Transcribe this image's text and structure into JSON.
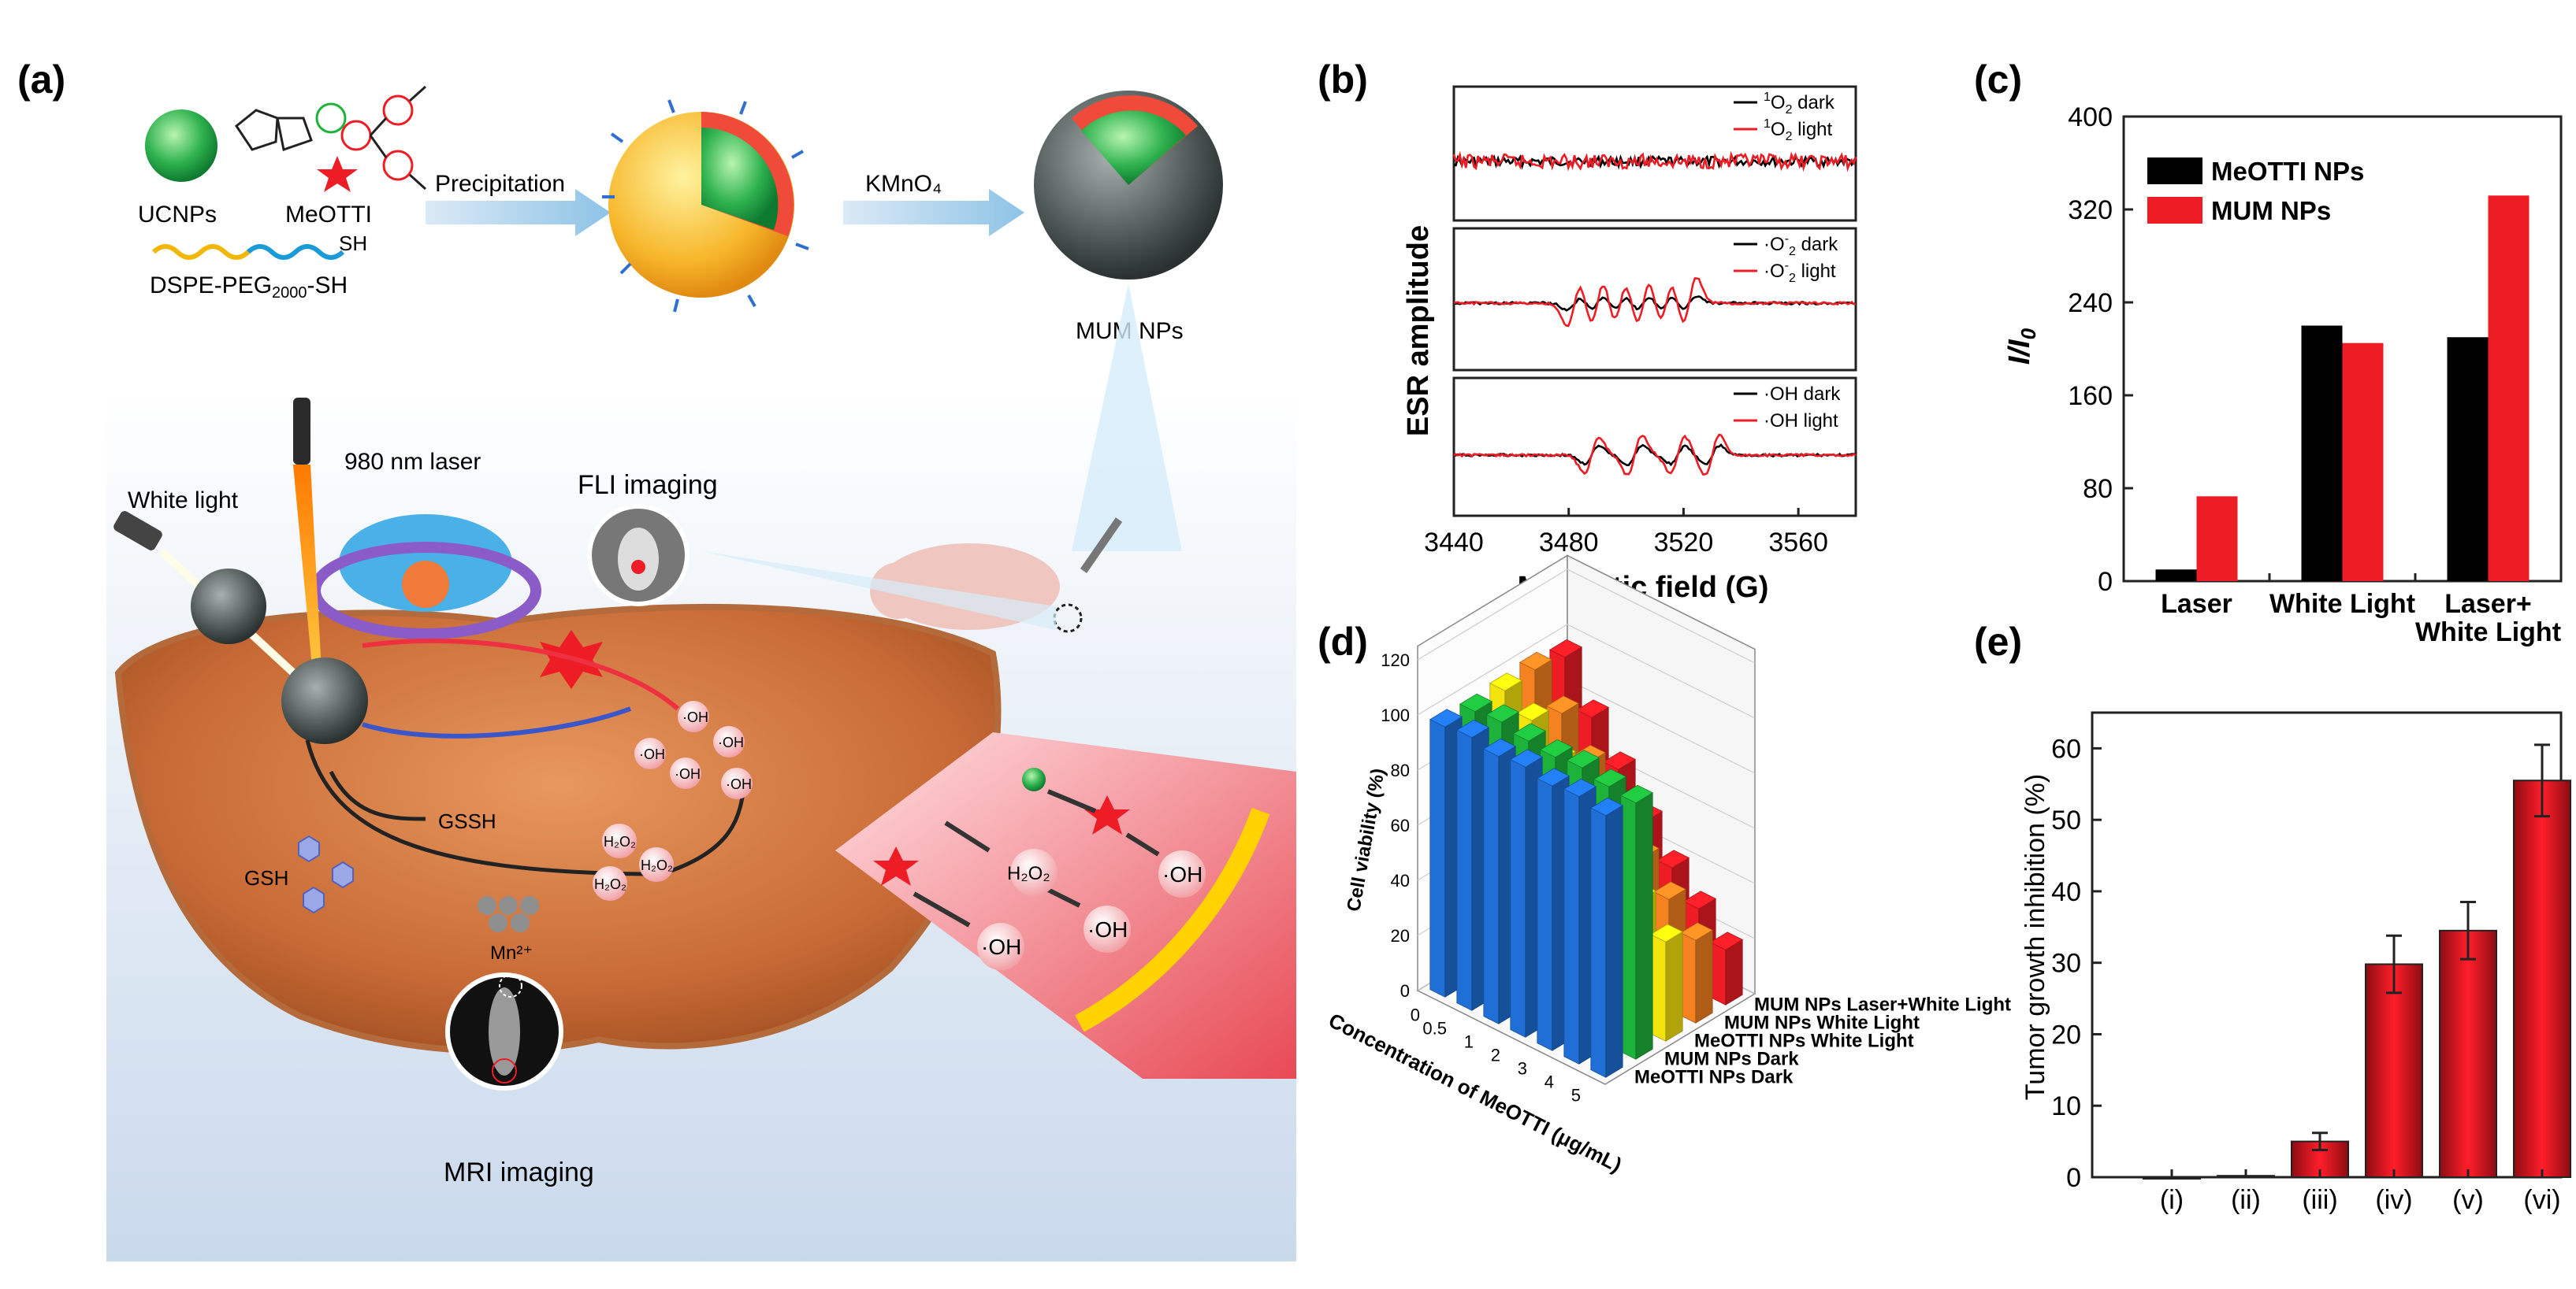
{
  "panel_labels": {
    "a": "(a)",
    "b": "(b)",
    "c": "(c)",
    "d": "(d)",
    "e": "(e)"
  },
  "schematic": {
    "ucnps": "UCNPs",
    "meotti": "MeOTTI",
    "dspe": "DSPE-PEG",
    "dspe_sub": "2000",
    "dspe_tail": "-SH",
    "sh": "SH",
    "precipitation": "Precipitation",
    "kmno4": "KMnO₄",
    "mum_nps": "MUM NPs",
    "laser_label": "980 nm laser",
    "white_light": "White light",
    "fli": "FLI imaging",
    "mri": "MRI imaging",
    "gssh": "GSSH",
    "gsh": "GSH",
    "mn": "Mn²⁺",
    "oh": "·OH",
    "h2o2": "H₂O₂"
  },
  "colors": {
    "red": "#ee1c24",
    "black": "#000000",
    "blue": "#1f6fd6",
    "green": "#1db33a",
    "yellow": "#f4e40e",
    "orange": "#f58220"
  },
  "chart_data": [
    {
      "panel": "b",
      "type": "line",
      "xlabel": "Magnetic field (G)",
      "ylabel": "ESR amplitude",
      "xlim": [
        3440,
        3580
      ],
      "xticks": [
        "3440",
        "3480",
        "3520",
        "3560"
      ],
      "subplots": [
        {
          "legend": [
            {
              "pre": "",
              "sup": "1",
              "post": "O",
              "sub": "2",
              "tail": " dark",
              "color": "#000000"
            },
            {
              "pre": "",
              "sup": "1",
              "post": "O",
              "sub": "2",
              "tail": " light",
              "color": "#ee1c24"
            }
          ],
          "signal": "noise"
        },
        {
          "legend": [
            {
              "pre": "·O",
              "sup": "-",
              "post": "",
              "sub": "2",
              "tail": " dark",
              "color": "#000000"
            },
            {
              "pre": "·O",
              "sup": "-",
              "post": "",
              "sub": "2",
              "tail": " light",
              "color": "#ee1c24"
            }
          ],
          "signal": "superoxide",
          "peak_fields": [
            3482,
            3490,
            3498,
            3506,
            3514,
            3522
          ]
        },
        {
          "legend": [
            {
              "pre": "·OH",
              "sup": "",
              "post": "",
              "sub": "",
              "tail": " dark",
              "color": "#000000"
            },
            {
              "pre": "·OH",
              "sup": "",
              "post": "",
              "sub": "",
              "tail": " light",
              "color": "#ee1c24"
            }
          ],
          "signal": "hydroxyl",
          "peak_fields": [
            3488,
            3503,
            3518,
            3530
          ]
        }
      ]
    },
    {
      "panel": "c",
      "type": "bar",
      "ylabel": "I/I",
      "ylabel_sub": "0",
      "ylim": [
        0,
        400
      ],
      "yticks": [
        "0",
        "80",
        "160",
        "240",
        "320",
        "400"
      ],
      "categories": [
        [
          "Laser"
        ],
        [
          "White Light"
        ],
        [
          "Laser+",
          "White Light"
        ]
      ],
      "series": [
        {
          "name": "MeOTTI NPs",
          "color": "#000000",
          "values": [
            10,
            220,
            210
          ]
        },
        {
          "name": "MUM NPs",
          "color": "#ee1c24",
          "values": [
            73,
            205,
            332
          ]
        }
      ],
      "legend_position": "top-left"
    },
    {
      "panel": "d",
      "type": "bar3d",
      "zlabel": "Cell viability (%)",
      "xlabel": "Concentration of MeOTTI (μg/mL)",
      "zticks": [
        "0",
        "20",
        "40",
        "60",
        "80",
        "100",
        "120"
      ],
      "x_categories": [
        "0",
        "0.5",
        "1",
        "2",
        "3",
        "4",
        "5"
      ],
      "series": [
        {
          "name": "MeOTTI NPs Dark",
          "color": "#1f6fd6",
          "values": [
            98,
            99,
            97,
            98,
            96,
            97,
            95
          ]
        },
        {
          "name": "MUM NPs Dark",
          "color": "#1db33a",
          "values": [
            97,
            98,
            96,
            95,
            96,
            94,
            93
          ]
        },
        {
          "name": "MeOTTI NPs White Light",
          "color": "#f4e40e",
          "values": [
            98,
            92,
            82,
            70,
            58,
            46,
            36
          ]
        },
        {
          "name": "MUM NPs White Light",
          "color": "#f58220",
          "values": [
            99,
            88,
            75,
            62,
            50,
            40,
            30
          ]
        },
        {
          "name": "MUM NPs Laser+White Light",
          "color": "#ee1c24",
          "values": [
            97,
            80,
            66,
            52,
            40,
            30,
            20
          ]
        }
      ]
    },
    {
      "panel": "e",
      "type": "bar",
      "ylabel": "Tumor growth inhibition (%)",
      "ylim": [
        0,
        65
      ],
      "yticks": [
        "0",
        "10",
        "20",
        "30",
        "40",
        "50",
        "60"
      ],
      "categories": [
        "(i)",
        "(ii)",
        "(iii)",
        "(iv)",
        "(v)",
        "(vi)"
      ],
      "values": [
        0,
        0.2,
        5,
        29.8,
        34.5,
        55.5
      ],
      "errors": [
        0,
        0,
        1.2,
        4,
        4,
        5
      ]
    }
  ]
}
